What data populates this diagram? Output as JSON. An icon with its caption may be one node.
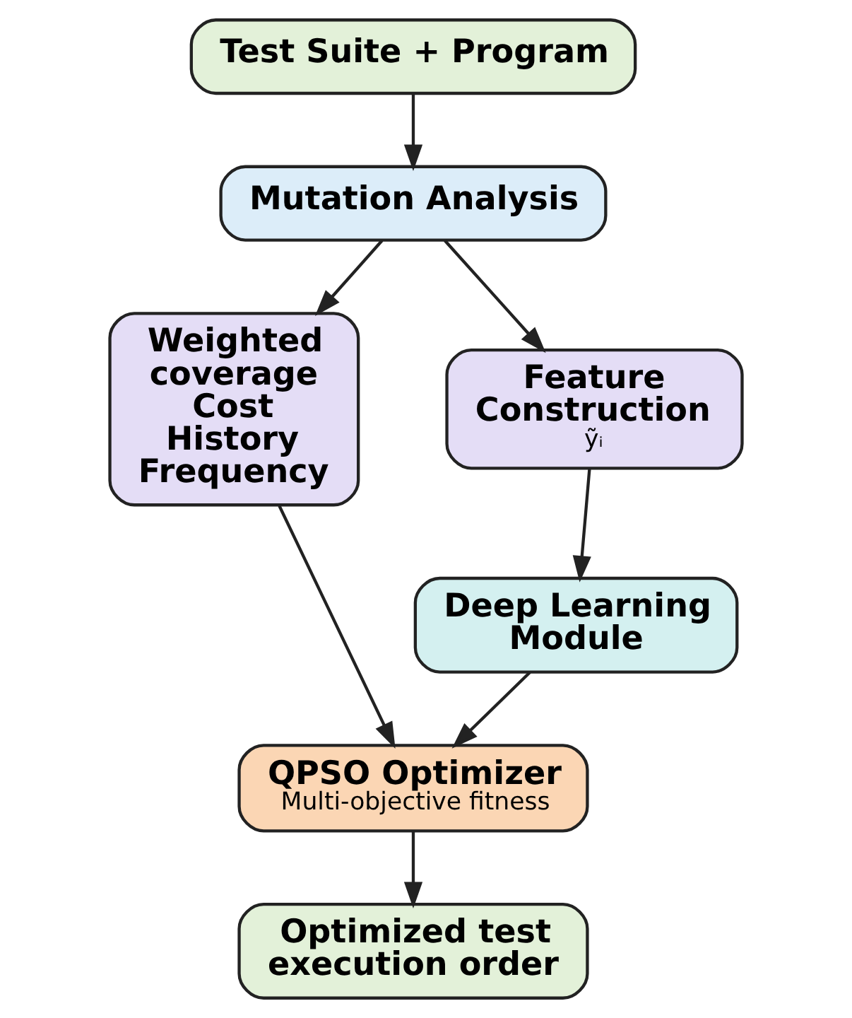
{
  "diagram": {
    "nodes": [
      {
        "text": [
          "Test Suite + Program"
        ]
      },
      {
        "text": [
          "Mutation Analysis"
        ]
      },
      {
        "text": [
          "Weighted coverage Cost History Frequency"
        ]
      },
      {
        "text": [
          "Feature Construction",
          "ỹᵢ"
        ]
      },
      {
        "text": [
          "Deep Learning Module"
        ]
      },
      {
        "text": [
          "QPSO Optimizer",
          "Multi-objective fitness"
        ]
      },
      {
        "text": [
          "Optimized test execution order"
        ]
      }
    ],
    "edges": [
      {
        "from": 0,
        "to": 1,
        "arrow": "to"
      },
      {
        "from": 1,
        "to": 2,
        "arrow": "to"
      },
      {
        "from": 1,
        "to": 3,
        "arrow": "to"
      },
      {
        "from": 3,
        "to": 4,
        "arrow": "to"
      },
      {
        "from": 2,
        "to": 5,
        "arrow": "to"
      },
      {
        "from": 4,
        "to": 5,
        "arrow": "to"
      },
      {
        "from": 5,
        "to": 6,
        "arrow": "to"
      }
    ]
  }
}
